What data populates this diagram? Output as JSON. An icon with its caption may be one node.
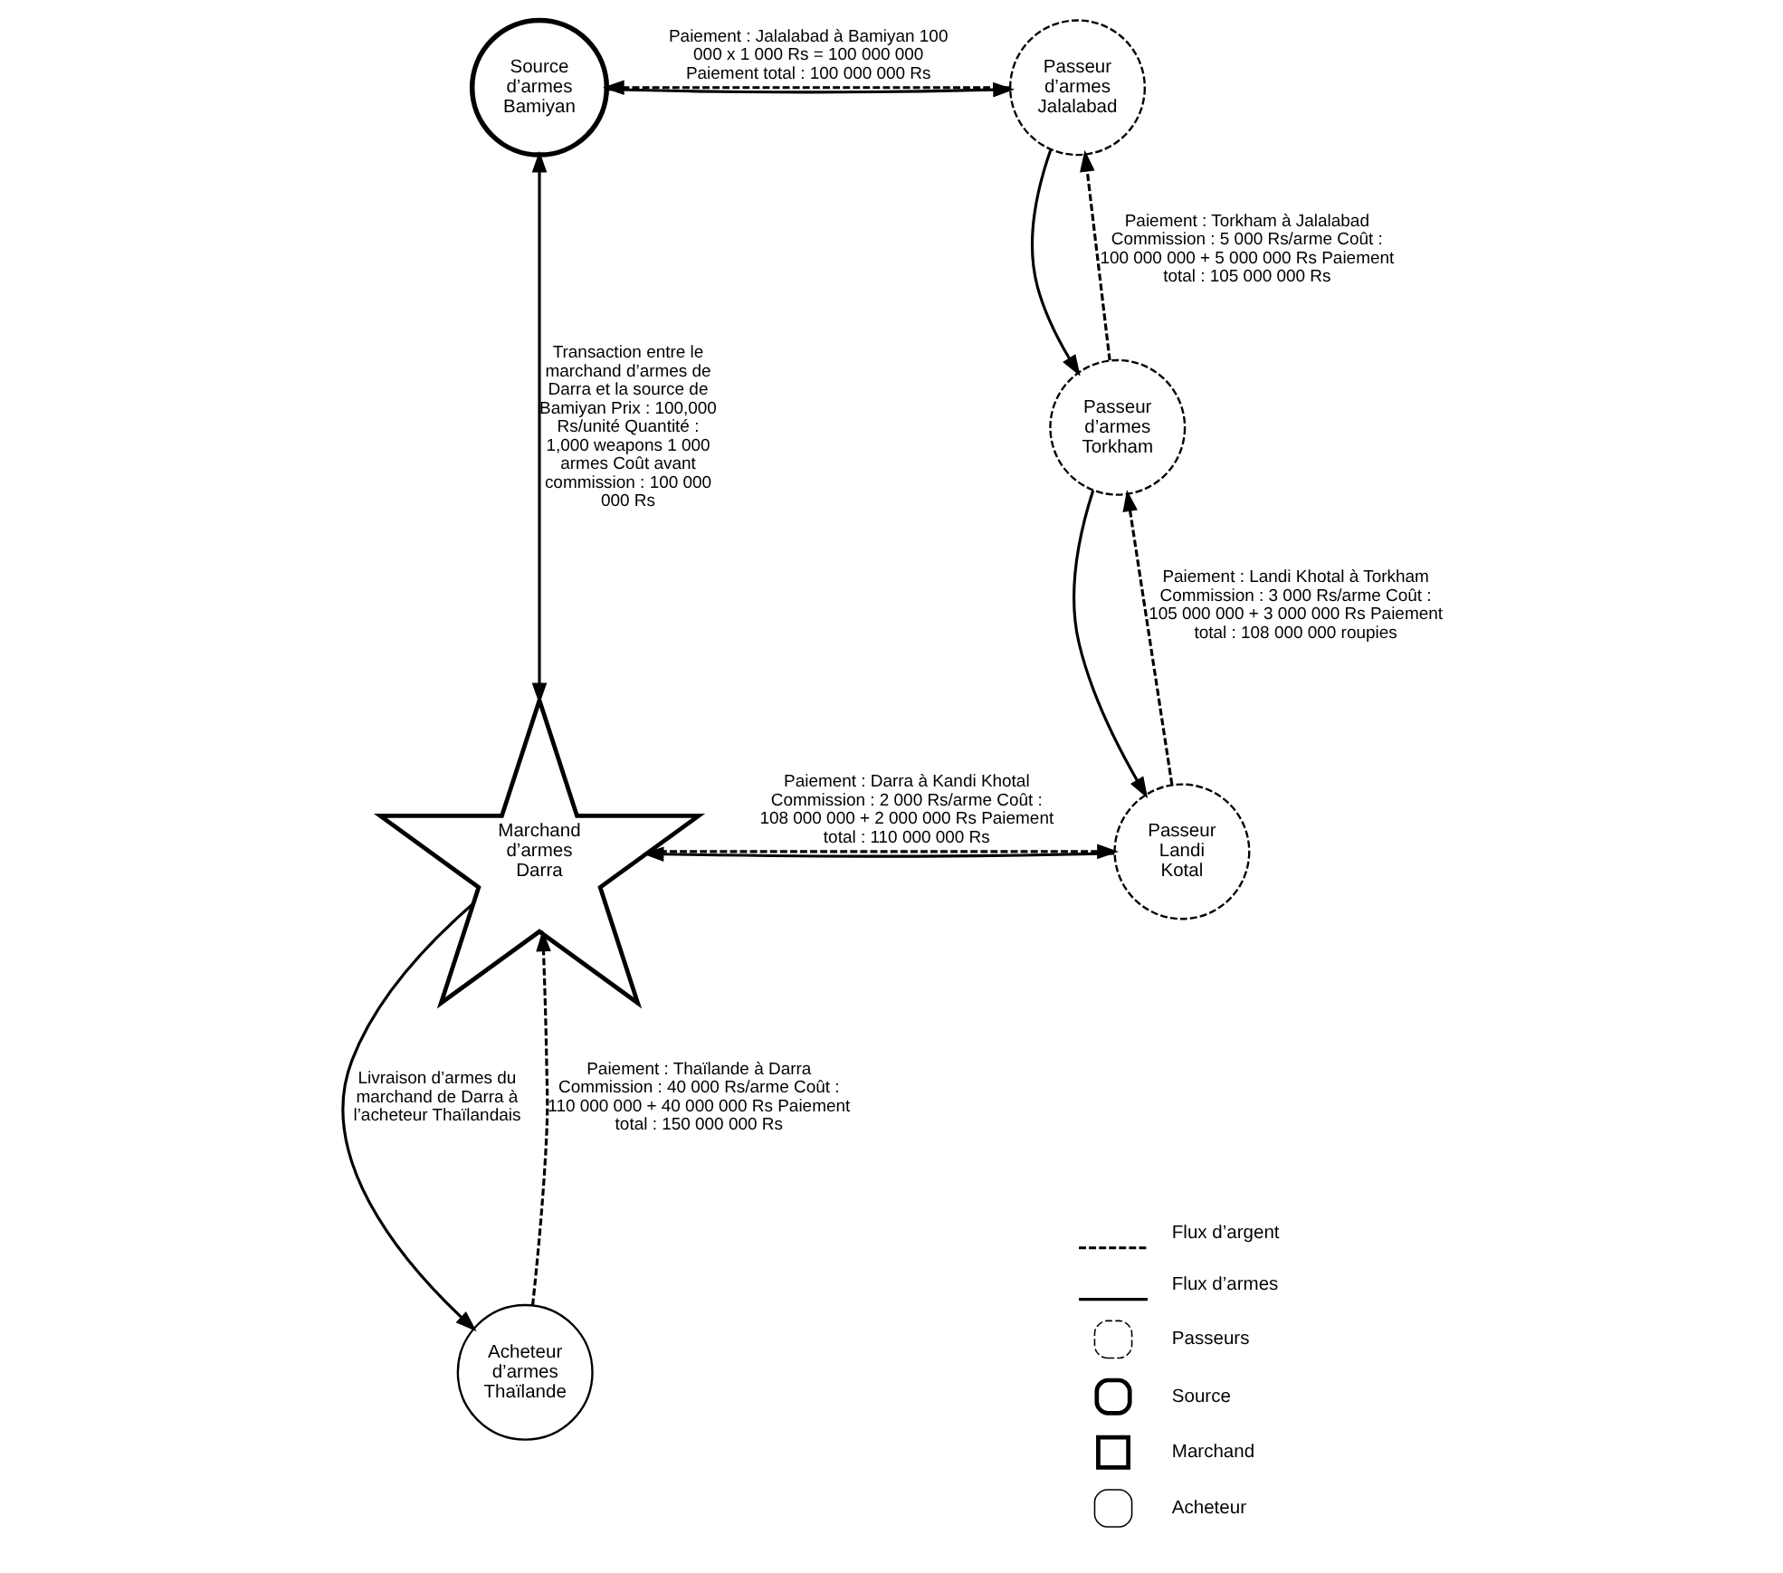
{
  "diagram": {
    "nodes": [
      {
        "text": [
          "Source d’armes Bamiyan"
        ]
      },
      {
        "text": [
          "Passeur d’armes Jalalabad"
        ]
      },
      {
        "text": [
          "Passeur d’armes Torkham"
        ]
      },
      {
        "text": [
          "Passeur Landi Kotal"
        ]
      },
      {
        "text": [
          "Marchand d’armes Darra"
        ]
      },
      {
        "text": [
          "Acheteur d’armes Thaïlande"
        ]
      }
    ],
    "edges": [
      {
        "from": 0,
        "to": 1,
        "arrow": "to"
      },
      {
        "from": 1,
        "to": 0,
        "arrow": "to",
        "style": "dashed",
        "label": "Paiement : Jalalabad à Bamiyan 100 000 x 1 000 Rs = 100 000 000 Paiement total : 100 000 000 Rs"
      },
      {
        "from": 1,
        "to": 2,
        "arrow": "to"
      },
      {
        "from": 2,
        "to": 1,
        "arrow": "to",
        "style": "dashed",
        "label": "Paiement : Torkham à Jalalabad Commission : 5 000 Rs/arme Coût : 100 000 000 + 5 000 000 Rs Paiement total : 105 000 000 Rs"
      },
      {
        "from": 2,
        "to": 3,
        "arrow": "to"
      },
      {
        "from": 3,
        "to": 2,
        "arrow": "to",
        "style": "dashed",
        "label": "Paiement : Landi Khotal à Torkham Commission : 3 000 Rs/arme Coût : 105 000 000 + 3 000 000 Rs Paiement total : 108 000 000 roupies"
      },
      {
        "from": 4,
        "to": 3,
        "arrow": "to",
        "style": "dashed",
        "label": "Paiement : Darra à Kandi Khotal Commission : 2 000 Rs/arme Coût : 108 000 000 + 2 000 000 Rs Paiement total : 110 000 000 Rs"
      },
      {
        "from": 3,
        "to": 4,
        "arrow": "to"
      },
      {
        "from": 0,
        "to": 4,
        "arrow": "both",
        "label": "Transaction entre le marchand d’armes de Darra et la source de Bamiyan Prix : 100,000 Rs/unité Quantité : 1,000 weapons 1 000 armes Coût avant commission : 100 000 000 Rs"
      },
      {
        "from": 4,
        "to": 5,
        "arrow": "to",
        "label": "Livraison d’armes du marchand de Darra à l’acheteur Thaïlandais"
      },
      {
        "from": 5,
        "to": 4,
        "arrow": "to",
        "style": "dashed",
        "label": "Paiement : Thaïlande à Darra Commission : 40 000 Rs/arme Coût : 110 000 000 + 40 000 000 Rs Paiement total : 150 000 000 Rs"
      }
    ],
    "legend": [
      {
        "text": "Flux d’argent"
      },
      {
        "text": "Flux d’armes"
      },
      {
        "text": "Passeurs"
      },
      {
        "text": "Source"
      },
      {
        "text": "Marchand"
      },
      {
        "text": "Acheteur"
      }
    ]
  }
}
